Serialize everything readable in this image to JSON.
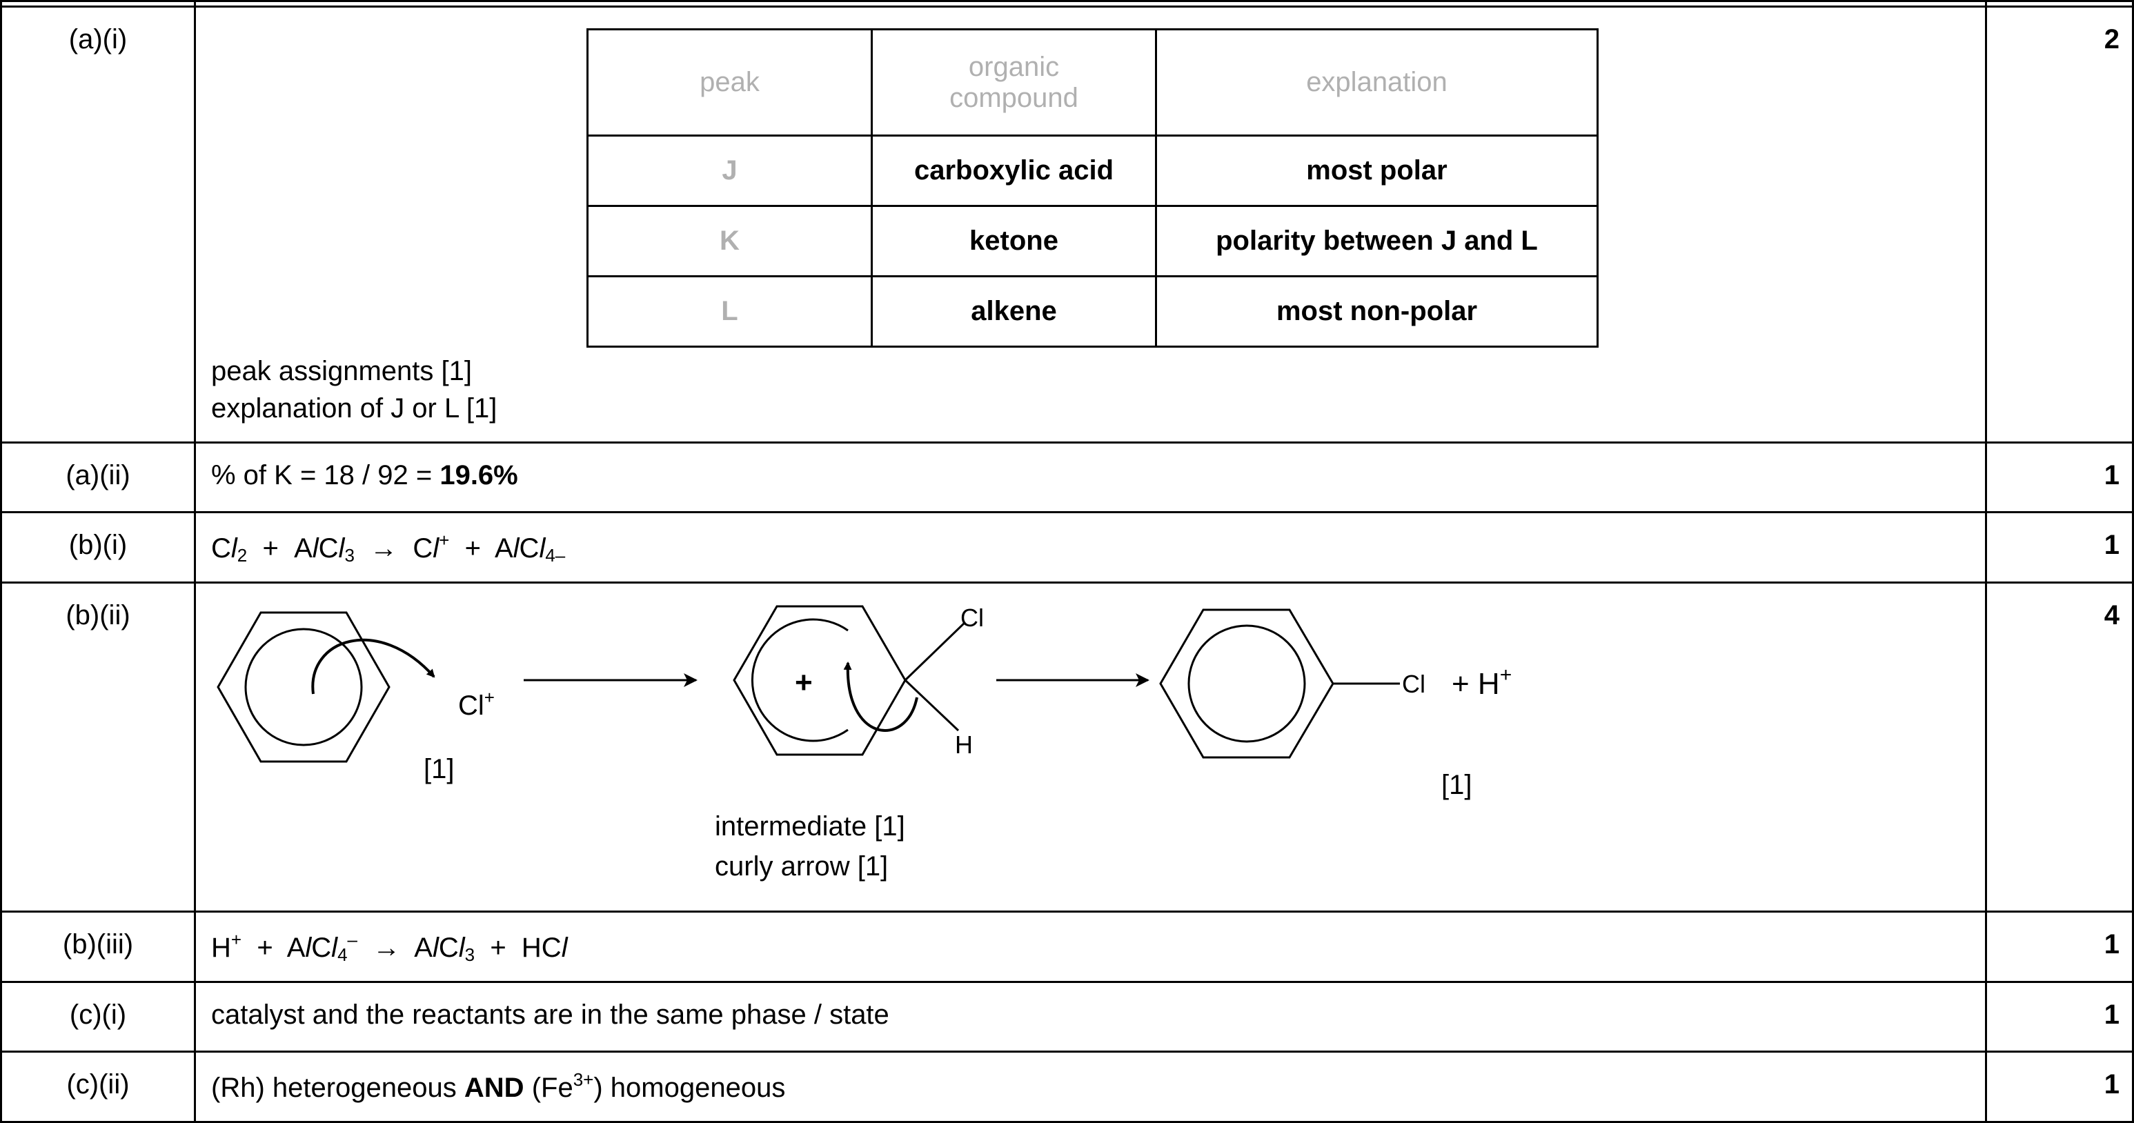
{
  "rows": [
    {
      "num": "(a)(i)",
      "mark": "2"
    },
    {
      "num": "(a)(ii)",
      "mark": "1"
    },
    {
      "num": "(b)(i)",
      "mark": "1"
    },
    {
      "num": "(b)(ii)",
      "mark": "4"
    },
    {
      "num": "(b)(iii)",
      "mark": "1"
    },
    {
      "num": "(c)(i)",
      "mark": "1"
    },
    {
      "num": "(c)(ii)",
      "mark": "1"
    }
  ],
  "peak_table": {
    "headers": [
      "peak",
      "organic compound",
      "explanation"
    ],
    "header_compound_line1": "organic",
    "header_compound_line2": "compound",
    "rows": [
      {
        "peak": "J",
        "compound": "carboxylic acid",
        "explanation": "most polar"
      },
      {
        "peak": "K",
        "compound": "ketone",
        "explanation": "polarity between J and L"
      },
      {
        "peak": "L",
        "compound": "alkene",
        "explanation": "most non-polar"
      }
    ]
  },
  "a_i": {
    "note1": "peak assignments [1]",
    "note2": "explanation of J or L [1]"
  },
  "a_ii": {
    "prefix": "% of K = 18 / 92 = ",
    "answer": "19.6%"
  },
  "b_i": {
    "cl": "C",
    "l": "l",
    "two": "2",
    "plus": "+",
    "al": "A",
    "cl_text": "C",
    "three": "3",
    "arrow": "→",
    "plus_sup": "+",
    "four": "4",
    "minus": "–"
  },
  "b_ii": {
    "cl_plus": "Cl",
    "cl_plus_sup": "+",
    "mark1": "[1]",
    "cl_sub": "Cl",
    "h_sub": "H",
    "plus_charge": "+",
    "product_cl": "Cl",
    "h_plus": "+ H",
    "h_plus_sup": "+",
    "mark_product": "[1]",
    "note1": "intermediate [1]",
    "note2": "curly arrow [1]"
  },
  "b_iii": {
    "h": "H",
    "plus_sup": "+",
    "plus": "+",
    "al": "A",
    "cl": "C",
    "l": "l",
    "four": "4",
    "minus_sup": "–",
    "arrow": "→",
    "three": "3",
    "hc": "HC"
  },
  "c_i": {
    "text": "catalyst and the reactants are in the same phase / state"
  },
  "c_ii": {
    "part1": "(Rh) heterogeneous ",
    "and": "AND",
    "part2": " (Fe",
    "sup": "3+",
    "part3": ") homogeneous"
  }
}
